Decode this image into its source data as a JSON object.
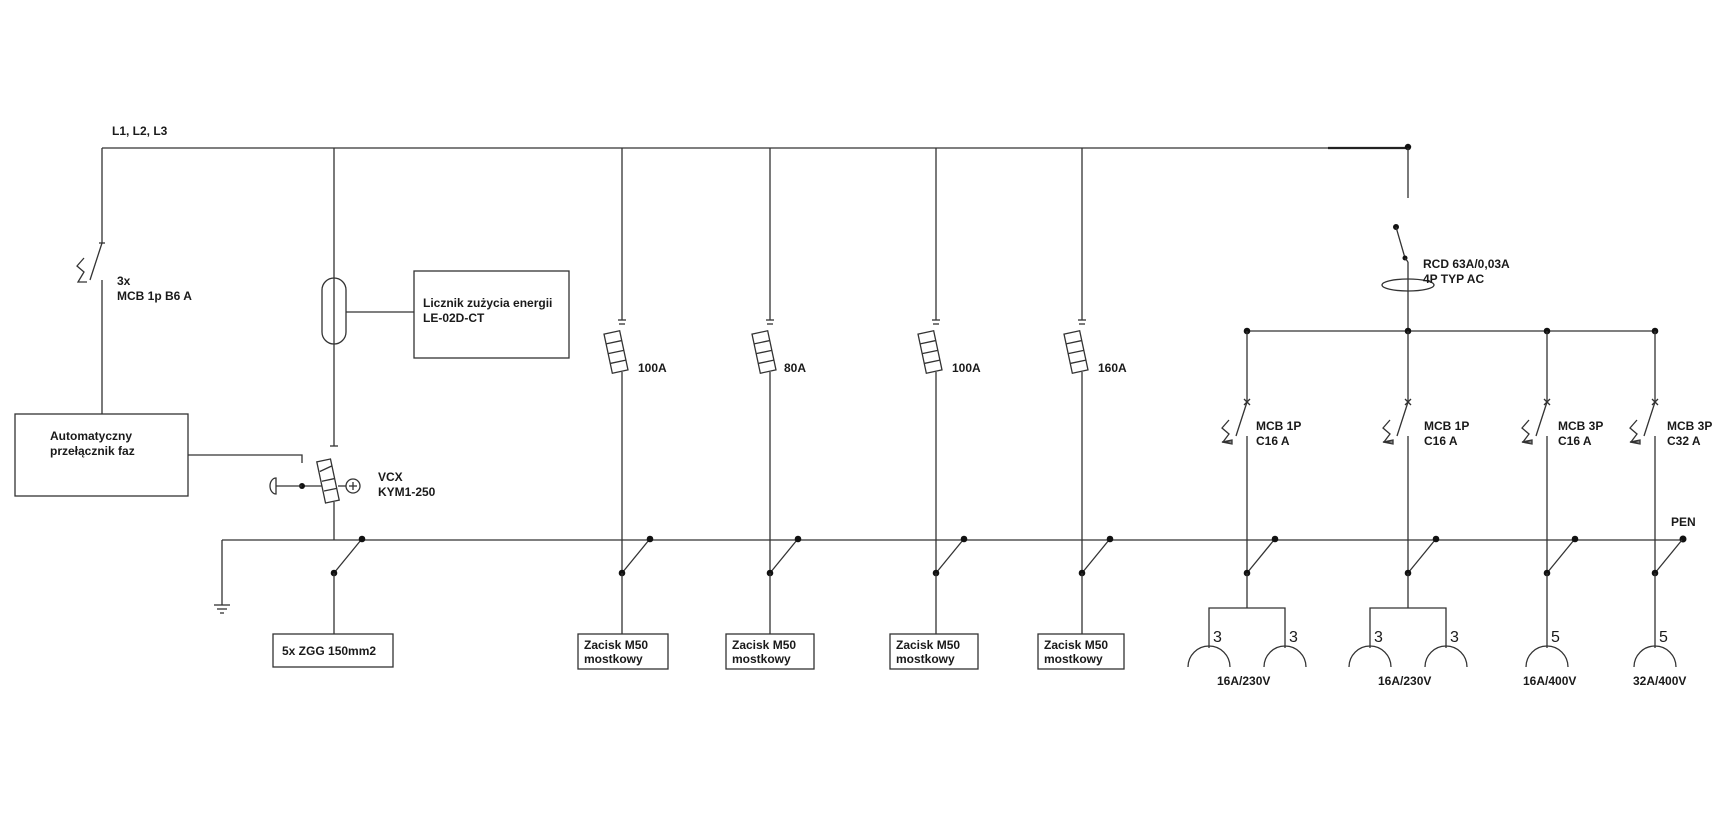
{
  "bus_label": "L1, L2, L3",
  "pen_label": "PEN",
  "mcb_b6": {
    "count": "3x",
    "type": "MCB 1p B6 A"
  },
  "meter": {
    "line1": "Licznik zużycia energii",
    "line2": "LE-02D-CT"
  },
  "phase_switch": {
    "line1": "Automatyczny",
    "line2": "przełącznik faz"
  },
  "main_fuse": {
    "line1": "VCX",
    "line2": "KYM1-250"
  },
  "main_terminal": "5x ZGG 150mm2",
  "fuses": [
    {
      "rating": "100A",
      "terminal_line1": "Zacisk M50",
      "terminal_line2": "mostkowy"
    },
    {
      "rating": "80A",
      "terminal_line1": "Zacisk M50",
      "terminal_line2": "mostkowy"
    },
    {
      "rating": "100A",
      "terminal_line1": "Zacisk M50",
      "terminal_line2": "mostkowy"
    },
    {
      "rating": "160A",
      "terminal_line1": "Zacisk M50",
      "terminal_line2": "mostkowy"
    }
  ],
  "rcd": {
    "line1": "RCD 63A/0,03A",
    "line2": "4P TYP AC"
  },
  "circuits": [
    {
      "breaker_line1": "MCB 1P",
      "breaker_line2": "C16 A",
      "sockets": [
        "3",
        "3"
      ],
      "label": "16A/230V"
    },
    {
      "breaker_line1": "MCB 1P",
      "breaker_line2": "C16 A",
      "sockets": [
        "3",
        "3"
      ],
      "label": "16A/230V"
    },
    {
      "breaker_line1": "MCB 3P",
      "breaker_line2": "C16 A",
      "sockets": [
        "5"
      ],
      "label": "16A/400V"
    },
    {
      "breaker_line1": "MCB 3P",
      "breaker_line2": "C32 A",
      "sockets": [
        "5"
      ],
      "label": "32A/400V"
    }
  ]
}
